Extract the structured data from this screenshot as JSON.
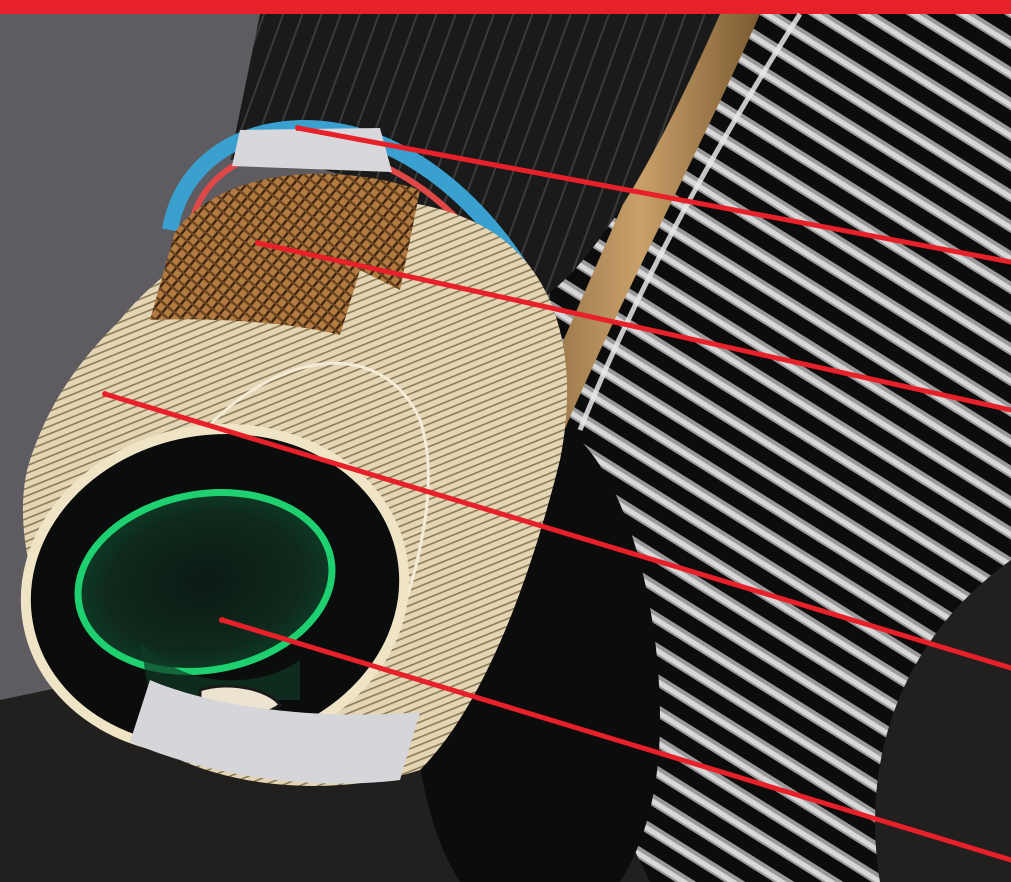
{
  "figure": {
    "subject": "tire-cutaway",
    "colors": {
      "header_bar": "#e8202a",
      "background_light": "#5f5c61",
      "background_dark": "#221f1f",
      "leader_line": "#e8202a",
      "tread": "#141414",
      "casing": "#d8c8a4",
      "puncture_layer": "#8a5a2a",
      "bead_strip": "#3aa0d0",
      "inner_tube": "#1fd070"
    },
    "callouts": [
      {
        "id": "callout-tread-cap",
        "target": "tread-cap-layer"
      },
      {
        "id": "callout-puncture-belt",
        "target": "puncture-protection-layer"
      },
      {
        "id": "callout-casing",
        "target": "casing-layer"
      },
      {
        "id": "callout-inner-tube",
        "target": "inner-tube"
      }
    ]
  }
}
